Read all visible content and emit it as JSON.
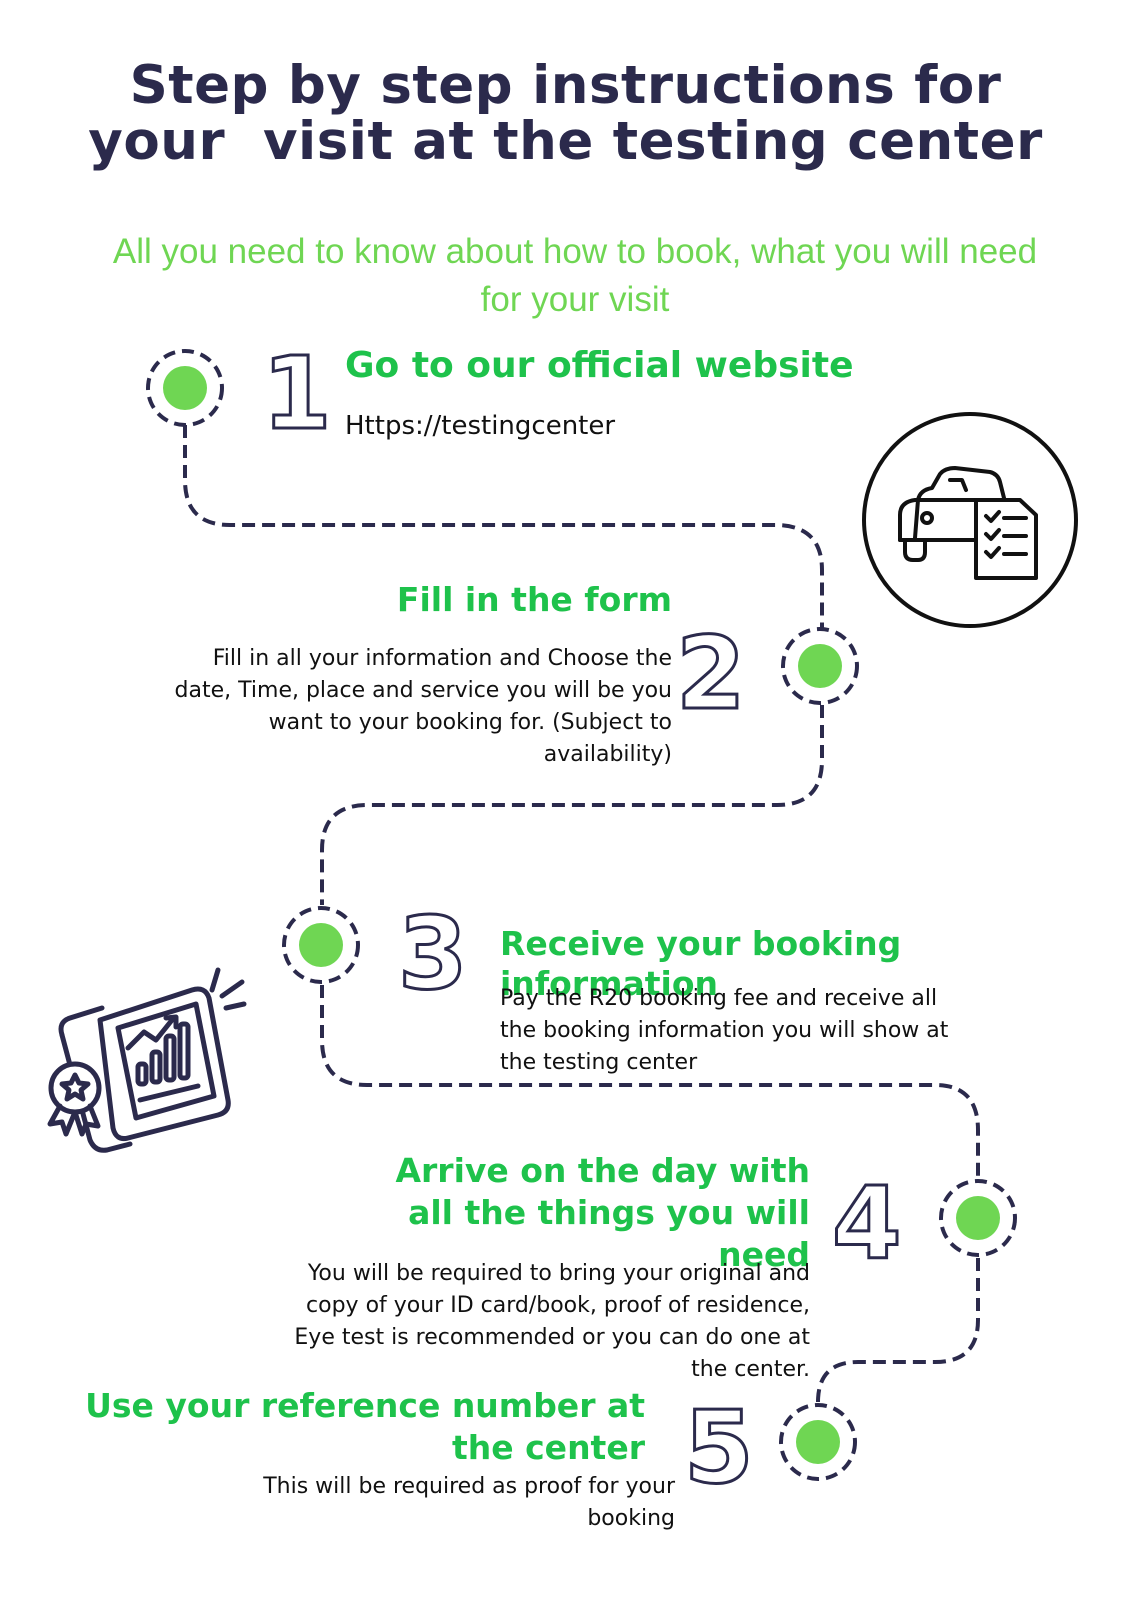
{
  "title_line1": "Step by step instructions for",
  "title_line2": "your  visit at the testing center",
  "subtitle": "All you need to know about how to book, what you will need for your visit",
  "steps": [
    {
      "number": "1",
      "heading": "Go to our official website",
      "text": "Https://testingcenter"
    },
    {
      "number": "2",
      "heading": "Fill in the form",
      "text": "Fill in all your information and Choose the date, Time, place and service you will be you want to your booking for. (Subject to availability)"
    },
    {
      "number": "3",
      "heading": "Receive your booking information",
      "text": "Pay the R20 booking fee and receive all the booking information you will show at the testing center"
    },
    {
      "number": "4",
      "heading": "Arrive on the day with all the things you will need",
      "text": "You will be required to bring your original and copy of your ID card/book, proof of residence, Eye test is recommended or you can do one at the center."
    },
    {
      "number": "5",
      "heading": "Use your reference number at the center",
      "text": "This will be required as proof for your booking"
    }
  ],
  "icons": [
    "car-checklist-icon",
    "report-certificate-icon"
  ],
  "colors": {
    "title": "#2b2a4c",
    "subtitle": "#6fd653",
    "heading": "#1ec24b",
    "dot": "#6fd653",
    "path": "#2b2a4c"
  }
}
